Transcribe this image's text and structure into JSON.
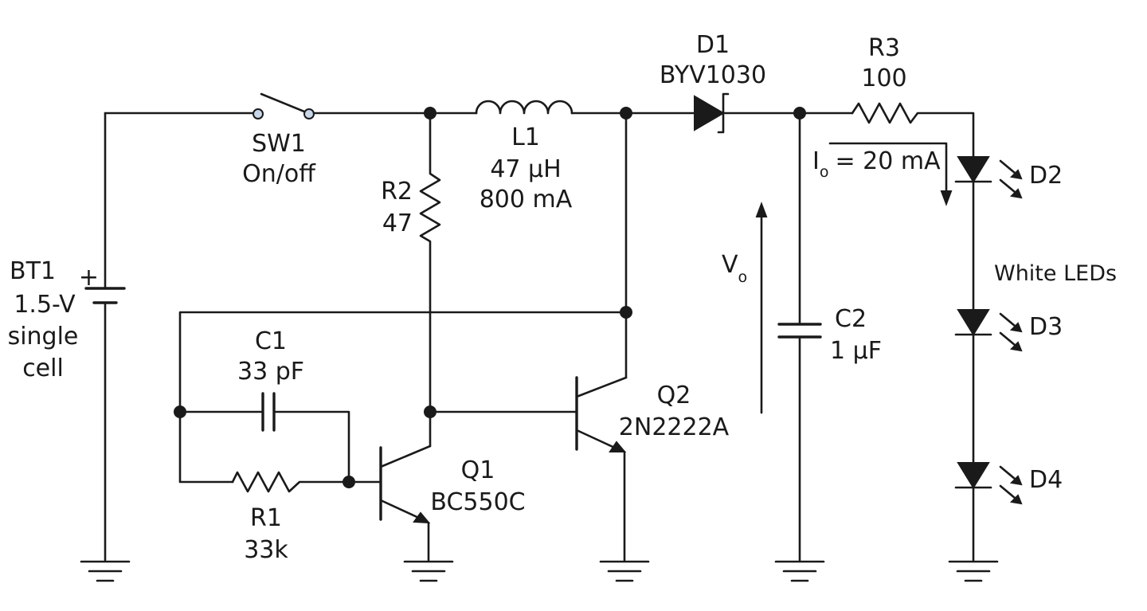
{
  "components": {
    "bt1": {
      "ref": "BT1",
      "lines": [
        "1.5-V",
        "single",
        "cell"
      ],
      "polarity": "+"
    },
    "sw1": {
      "ref": "SW1",
      "value": "On/off"
    },
    "r2": {
      "ref": "R2",
      "value": "47"
    },
    "l1": {
      "ref": "L1",
      "value": "47 µH",
      "rating": "800 mA"
    },
    "d1": {
      "ref": "D1",
      "value": "BYV1030"
    },
    "r3": {
      "ref": "R3",
      "value": "100"
    },
    "c1": {
      "ref": "C1",
      "value": "33 pF"
    },
    "r1": {
      "ref": "R1",
      "value": "33k"
    },
    "q1": {
      "ref": "Q1",
      "value": "BC550C"
    },
    "q2": {
      "ref": "Q2",
      "value": "2N2222A"
    },
    "c2": {
      "ref": "C2",
      "value": "1 µF"
    },
    "d2": {
      "ref": "D2"
    },
    "d3": {
      "ref": "D3"
    },
    "d4": {
      "ref": "D4"
    }
  },
  "annotations": {
    "io_symbol": "I",
    "io_sub": "o",
    "io_value": "= 20 mA",
    "vo_symbol": "V",
    "vo_sub": "o",
    "leds_label": "White LEDs"
  },
  "colors": {
    "ink": "#1a1a1a",
    "terminal": "#c9d7ea",
    "background": "#ffffff"
  }
}
